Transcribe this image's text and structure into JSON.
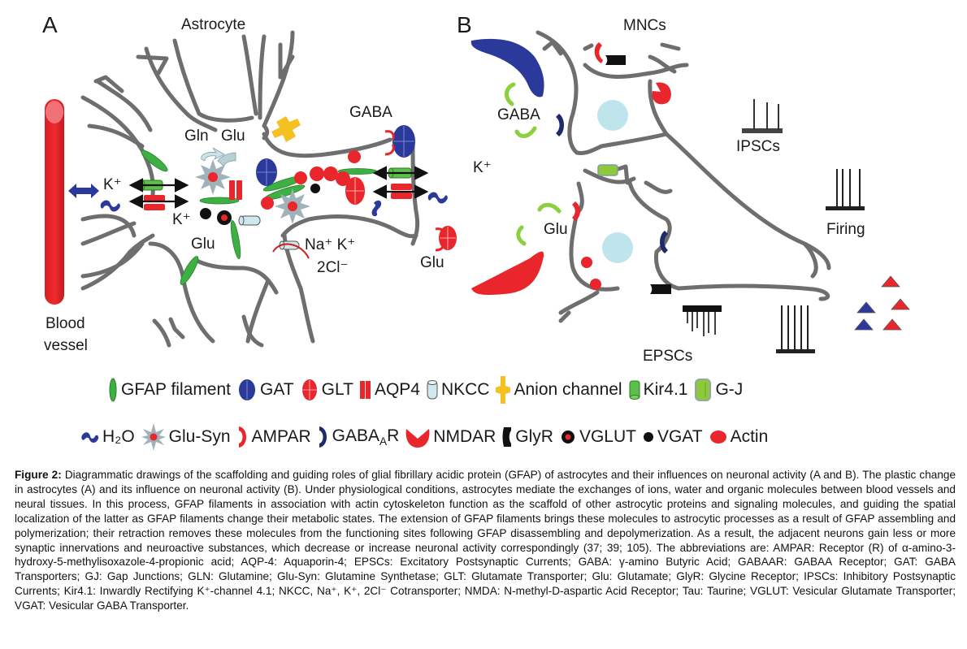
{
  "panelA": {
    "letter": "A",
    "title": "Astrocyte",
    "labels": {
      "gln": "Gln",
      "glu_top": "Glu",
      "k_left": "K⁺",
      "k_mid": "K⁺",
      "glu_mid": "Glu",
      "gaba": "GABA",
      "k_right": "K⁺",
      "na_k": "Na⁺ K⁺",
      "cl": "2Cl⁻",
      "glu_right": "Glu",
      "blood_vessel_1": "Blood",
      "blood_vessel_2": "vessel"
    }
  },
  "panelB": {
    "letter": "B",
    "title": "MNCs",
    "labels": {
      "gaba": "GABA",
      "ipscs": "IPSCs",
      "firing": "Firing",
      "glu": "Glu",
      "epscs": "EPSCs"
    }
  },
  "colors": {
    "membrane": "#6e6e6e",
    "vessel": "#e8262b",
    "gfap": "#3cb043",
    "gat": "#2b3a9a",
    "glt": "#e8262b",
    "aqp4": "#e8262b",
    "nkcc": "#cfe8ee",
    "anion": "#f5c022",
    "kir": "#5bbf4a",
    "gj": "#8fc93a",
    "water": "#2b3a9a",
    "glusyn": "#9fb2ba",
    "ampar": "#e8262b",
    "gabaar": "#1f2a6b",
    "nmdar": "#e8262b",
    "glyr": "#111111",
    "vglut": "#111111",
    "vgat": "#111111",
    "actin": "#e8262b",
    "nucleus": "#bfe5ec",
    "arrow_green": "#8ccf3f"
  },
  "legend": {
    "row1": [
      {
        "icon": "gfap-filament-icon",
        "label": "GFAP filament"
      },
      {
        "icon": "gat-icon",
        "label": "GAT"
      },
      {
        "icon": "glt-icon",
        "label": "GLT"
      },
      {
        "icon": "aqp4-icon",
        "label": "AQP4"
      },
      {
        "icon": "nkcc-icon",
        "label": "NKCC"
      },
      {
        "icon": "anion-channel-icon",
        "label": "Anion channel"
      },
      {
        "icon": "kir41-icon",
        "label": "Kir4.1"
      },
      {
        "icon": "gap-junction-icon",
        "label": "G-J"
      }
    ],
    "row2": [
      {
        "icon": "water-icon",
        "label": "H₂O"
      },
      {
        "icon": "glu-syn-icon",
        "label": "Glu-Syn"
      },
      {
        "icon": "ampar-icon",
        "label": "AMPAR"
      },
      {
        "icon": "gabaar-icon",
        "label": "GABAAR",
        "label_main": "GABA",
        "label_sub": "A",
        "label_tail": "R"
      },
      {
        "icon": "nmdar-icon",
        "label": "NMDAR"
      },
      {
        "icon": "glyr-icon",
        "label": "GlyR"
      },
      {
        "icon": "vglut-icon",
        "label": "VGLUT"
      },
      {
        "icon": "vgat-icon",
        "label": "VGAT"
      },
      {
        "icon": "actin-icon",
        "label": "Actin"
      }
    ]
  },
  "caption": {
    "label": "Figure 2:",
    "text": " Diagrammatic drawings of the scaffolding and guiding roles of glial fibrillary acidic protein (GFAP) of astrocytes and their influences on neuronal activity (A and B). The plastic change in astrocytes (A) and its influence on neuronal activity (B). Under physiological conditions, astrocytes mediate the exchanges of ions, water and organic molecules between blood vessels and neural tissues. In this process, GFAP filaments in association with actin cytoskeleton function as the scaffold of other astrocytic proteins and signaling molecules, and guiding the spatial localization of the latter as GFAP filaments change their metabolic states. The extension of GFAP filaments brings these molecules to astrocytic processes as a result of GFAP assembling and polymerization; their retraction removes these molecules from the functioning sites following GFAP disassembling and depolymerization. As a result, the adjacent neurons gain less or more synaptic innervations and neuroactive substances, which decrease or increase neuronal activity correspondingly (37; 39; 105). The abbreviations are: AMPAR: Receptor (R) of α-amino-3-hydroxy-5-methylisoxazole-4-propionic acid; AQP-4: Aquaporin-4; EPSCs: Excitatory Postsynaptic Currents; GABA: γ-amino Butyric Acid; GABAAR: GABAA Receptor; GAT: GABA Transporters; GJ: Gap Junctions; GLN: Glutamine; Glu-Syn: Glutamine Synthetase; GLT: Glutamate Transporter; Glu: Glutamate; GlyR: Glycine Receptor; IPSCs: Inhibitory Postsynaptic Currents; Kir4.1: Inwardly Rectifying K⁺-channel 4.1; NKCC, Na⁺, K⁺, 2Cl⁻ Cotransporter; NMDA: N-methyl-D-aspartic Acid Receptor; Tau: Taurine; VGLUT: Vesicular Glutamate Transporter; VGAT: Vesicular GABA Transporter."
  }
}
